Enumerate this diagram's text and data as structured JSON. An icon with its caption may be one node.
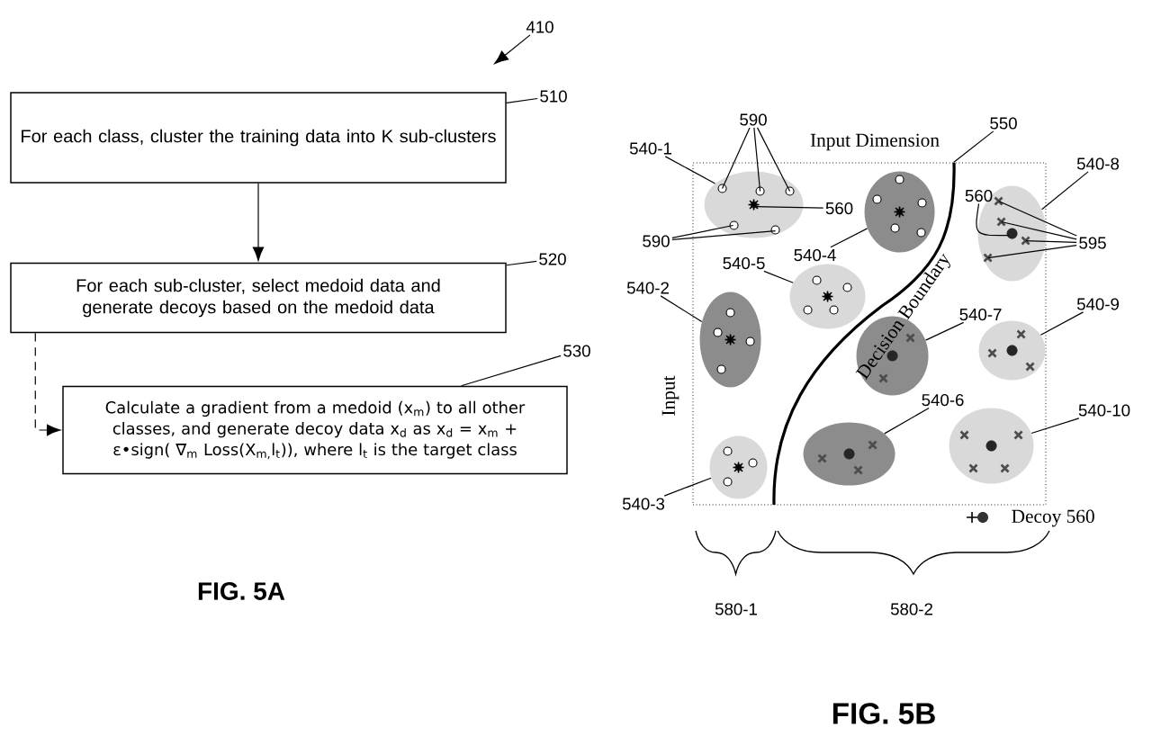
{
  "diagram": {
    "nodes": [
      {
        "text": [
          "410"
        ]
      },
      {
        "text": [
          "For each class, cluster the training data into K sub-clusters"
        ]
      },
      {
        "text": [
          "510"
        ]
      },
      {
        "text": [
          "For each sub-cluster, select medoid data and generate decoys based on the medoid data"
        ]
      },
      {
        "text": [
          "520"
        ]
      },
      {
        "text": [
          "Calculate a gradient from a medoid (x$_{m}$) to all other classes, and generate decoy data x$_{d}$ as x$_{d}$ = x$_{m}$ + ε•sign( ∇$_{m}$ Loss(X$_{m,}$l$_{t}$)), where l$_{t}$ is the target class"
        ]
      },
      {
        "text": [
          "530"
        ]
      },
      {
        "text": [
          "Input Dimension",
          "Input"
        ]
      },
      {
        "text": [],
        "shape": "ellipse",
        "in": 7
      },
      {
        "text": [],
        "shape": "ellipse",
        "in": 7
      },
      {
        "text": [],
        "shape": "ellipse",
        "in": 7
      },
      {
        "text": [],
        "shape": "ellipse",
        "in": 7
      },
      {
        "text": [],
        "shape": "ellipse",
        "in": 7
      },
      {
        "text": [],
        "shape": "ellipse",
        "in": 7
      },
      {
        "text": [],
        "shape": "ellipse",
        "in": 7
      },
      {
        "text": [],
        "shape": "ellipse",
        "in": 7
      },
      {
        "text": [],
        "shape": "ellipse",
        "in": 7
      },
      {
        "text": [],
        "shape": "ellipse",
        "in": 7
      },
      {
        "text": [
          "540-1"
        ]
      },
      {
        "text": [
          "590"
        ]
      },
      {
        "text": [
          "590"
        ]
      },
      {
        "text": [
          "560"
        ],
        "in": 7
      },
      {
        "text": [
          "540-4"
        ],
        "in": 7
      },
      {
        "text": [
          "540-5"
        ],
        "in": 7
      },
      {
        "text": [
          "540-2"
        ]
      },
      {
        "text": [
          "550"
        ]
      },
      {
        "text": [
          "560"
        ],
        "in": 7
      },
      {
        "text": [
          "540-8"
        ]
      },
      {
        "text": [
          "595"
        ]
      },
      {
        "text": [
          "540-7"
        ],
        "in": 7
      },
      {
        "text": [
          "540-9"
        ]
      },
      {
        "text": [
          "540-6"
        ],
        "in": 7
      },
      {
        "text": [
          "540-10"
        ]
      },
      {
        "text": [
          "540-3"
        ]
      }
    ],
    "edges": [
      {
        "from": 0,
        "to": null,
        "arrow": "to"
      },
      {
        "from": 1,
        "to": 3,
        "arrow": "to"
      },
      {
        "from": 3,
        "to": 5,
        "arrow": "to",
        "style": "dashed"
      },
      {
        "from": 2,
        "to": 1,
        "arrow": "none"
      },
      {
        "from": 4,
        "to": 3,
        "arrow": "none"
      },
      {
        "from": 6,
        "to": 5,
        "arrow": "none"
      },
      {
        "from": 18,
        "to": 10,
        "arrow": "none"
      },
      {
        "from": 19,
        "to": 10,
        "arrow": "none"
      },
      {
        "from": 19,
        "to": 10,
        "arrow": "none"
      },
      {
        "from": 19,
        "to": 10,
        "arrow": "none"
      },
      {
        "from": 20,
        "to": 10,
        "arrow": "none"
      },
      {
        "from": 20,
        "to": 10,
        "arrow": "none"
      },
      {
        "from": 21,
        "to": 10,
        "arrow": "none"
      },
      {
        "from": 22,
        "to": 14,
        "arrow": "none"
      },
      {
        "from": 23,
        "to": 11,
        "arrow": "none"
      },
      {
        "from": 24,
        "to": 8,
        "arrow": "none"
      },
      {
        "from": 25,
        "to": 7,
        "arrow": "none"
      },
      {
        "from": 26,
        "to": 16,
        "arrow": "none"
      },
      {
        "from": 27,
        "to": 16,
        "arrow": "none"
      },
      {
        "from": 28,
        "to": 16,
        "arrow": "none"
      },
      {
        "from": 28,
        "to": 16,
        "arrow": "none"
      },
      {
        "from": 28,
        "to": 16,
        "arrow": "none"
      },
      {
        "from": 28,
        "to": 16,
        "arrow": "none"
      },
      {
        "from": 29,
        "to": 13,
        "arrow": "none"
      },
      {
        "from": 30,
        "to": 17,
        "arrow": "none"
      },
      {
        "from": 31,
        "to": 12,
        "arrow": "none"
      },
      {
        "from": 32,
        "to": 15,
        "arrow": "none"
      },
      {
        "from": 33,
        "to": 9,
        "arrow": "none"
      }
    ],
    "labels": [
      "Decision Boundary",
      "FIG. 5A",
      "580-1",
      "580-2",
      "FIG. 5B"
    ],
    "legend": [
      {
        "text": "Decoy 560"
      }
    ]
  }
}
